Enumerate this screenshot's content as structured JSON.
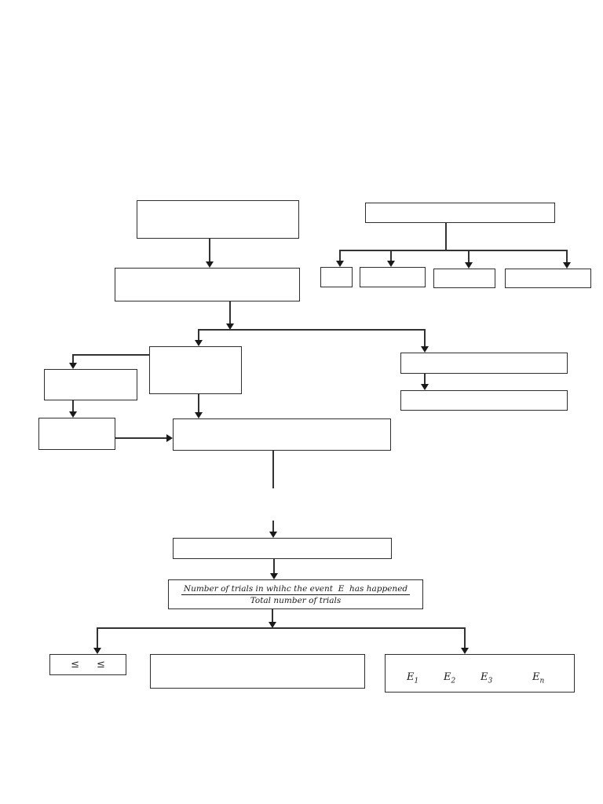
{
  "diagram": {
    "type": "flowchart",
    "background_color": "#ffffff",
    "line_color": "#333333",
    "text_color": "#1a1a1a"
  },
  "formula": {
    "numerator": "Number of trials in whihc the event  E  has happened",
    "denominator": "Total number of trials"
  },
  "inequality": {
    "left_symbol": "≤",
    "right_symbol": "≤"
  },
  "events": [
    {
      "base": "E",
      "sub": "1"
    },
    {
      "base": "E",
      "sub": "2"
    },
    {
      "base": "E",
      "sub": "3"
    },
    {
      "base": "E",
      "sub": "n"
    }
  ]
}
